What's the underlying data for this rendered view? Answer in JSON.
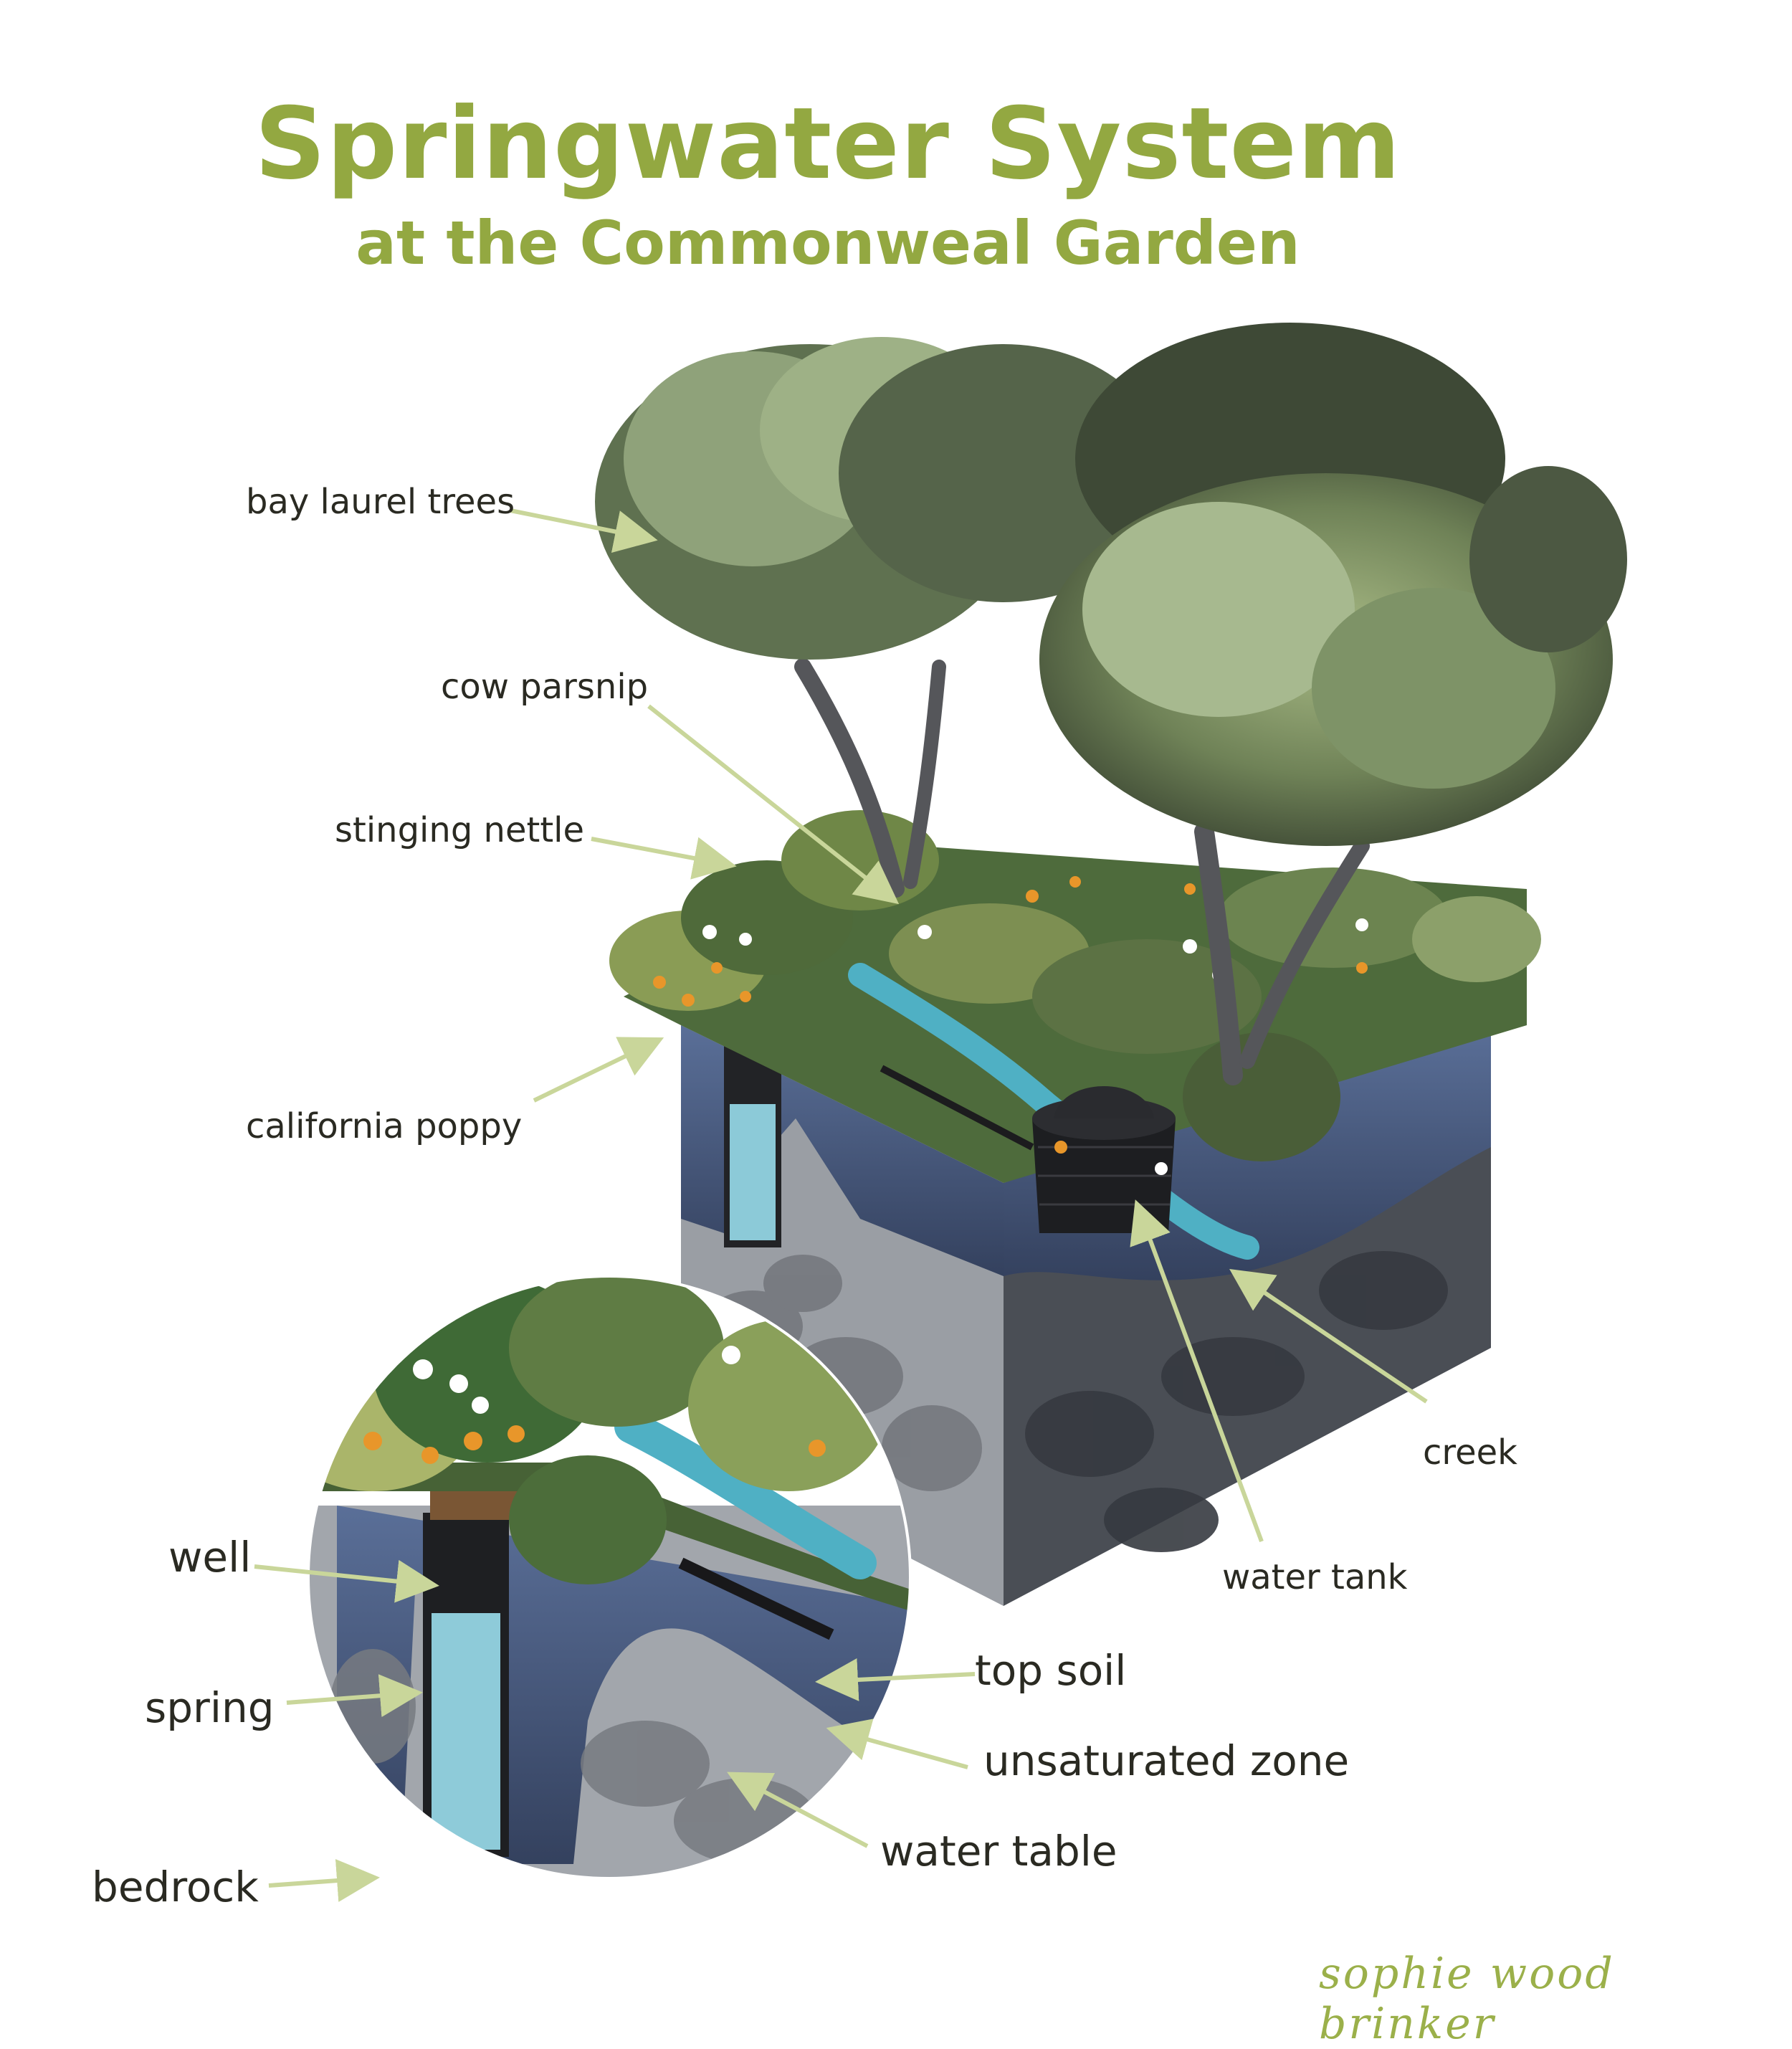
{
  "title": "Springwater System",
  "subtitle": "at the Commonweal Garden",
  "labels": {
    "bay_laurel": "bay laurel trees",
    "cow_parsnip": "cow parsnip",
    "stinging_nettle": "stinging nettle",
    "california_poppy": "california poppy",
    "creek": "creek",
    "water_tank": "water tank",
    "well": "well",
    "spring": "spring",
    "bedrock": "bedrock",
    "top_soil": "top soil",
    "unsaturated_zone": "unsaturated zone",
    "water_table": "water table"
  },
  "signature": "sophie wood brinker",
  "colors": {
    "title": "#93a841",
    "arrow": "#c9d69a",
    "foliage_dark": "#3f4a36",
    "foliage_light": "#9fb07a",
    "creek": "#4fb0c4",
    "soil_blue": "#4c5f86",
    "bedrock": "#8a8e94"
  }
}
